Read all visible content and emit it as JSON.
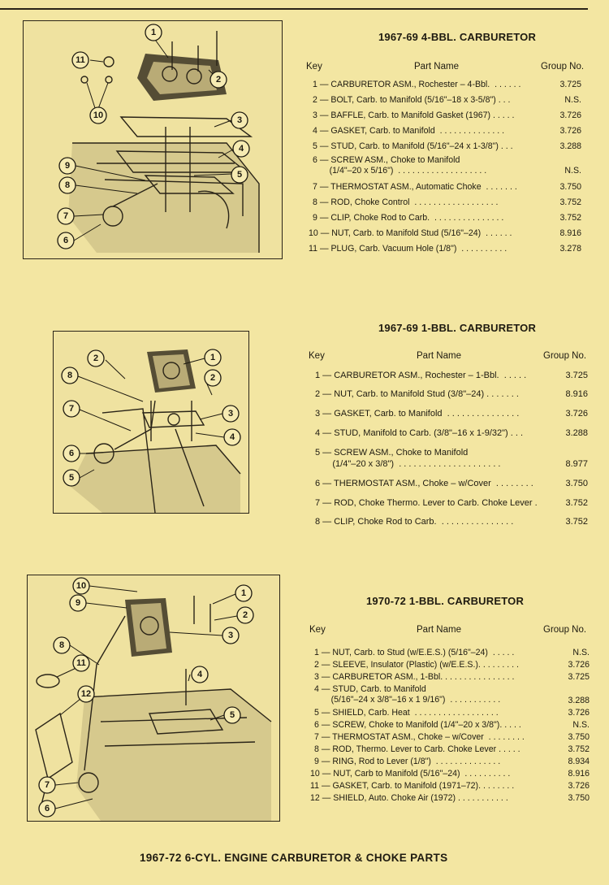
{
  "footer_title": "1967-72 6-CYL. ENGINE CARBURETOR & CHOKE PARTS",
  "col_key": "Key",
  "col_part": "Part Name",
  "col_group": "Group No.",
  "sections": [
    {
      "title": "1967-69 4-BBL. CARBURETOR",
      "rows": [
        {
          "desc": "1 — CARBURETOR ASM., Rochester – 4-Bbl.  . . . . . .",
          "group": "3.725"
        },
        {
          "desc": "2 — BOLT, Carb. to Manifold (5/16\"–18 x 3-5/8\") . . .",
          "group": "N.S."
        },
        {
          "desc": "3 — BAFFLE, Carb. to Manifold Gasket (1967) . . . . .",
          "group": "3.726"
        },
        {
          "desc": "4 — GASKET, Carb. to Manifold  . . . . . . . . . . . . . .",
          "group": "3.726"
        },
        {
          "desc": "5 — STUD, Carb. to Manifold (5/16\"–24 x 1-3/8\") . . .",
          "group": "3.288"
        },
        {
          "desc": "6 — SCREW ASM., Choke to Manifold\n       (1/4\"–20 x 5/16\")  . . . . . . . . . . . . . . . . . . .",
          "group": "N.S."
        },
        {
          "desc": "7 — THERMOSTAT ASM., Automatic Choke  . . . . . . .",
          "group": "3.750"
        },
        {
          "desc": "8 — ROD, Choke Control  . . . . . . . . . . . . . . . . . .",
          "group": "3.752"
        },
        {
          "desc": "9 — CLIP, Choke Rod to Carb.  . . . . . . . . . . . . . . .",
          "group": "3.752"
        },
        {
          "desc": "10 — NUT, Carb. to Manifold Stud (5/16\"–24)  . . . . . .",
          "group": "8.916"
        },
        {
          "desc": "11 — PLUG, Carb. Vacuum Hole (1/8\")  . . . . . . . . . .",
          "group": "3.278"
        }
      ]
    },
    {
      "title": "1967-69 1-BBL. CARBURETOR",
      "rows": [
        {
          "desc": "1 — CARBURETOR ASM., Rochester – 1-Bbl.  . . . . .",
          "group": "3.725"
        },
        {
          "desc": "2 — NUT, Carb. to Manifold Stud (3/8\"–24) . . . . . . .",
          "group": "8.916"
        },
        {
          "desc": "3 — GASKET, Carb. to Manifold  . . . . . . . . . . . . . . .",
          "group": "3.726"
        },
        {
          "desc": "4 — STUD, Manifold to Carb. (3/8\"–16 x 1-9/32\") . . .",
          "group": "3.288"
        },
        {
          "desc": "5 — SCREW ASM., Choke to Manifold\n       (1/4\"–20 x 3/8\")  . . . . . . . . . . . . . . . . . . . . .",
          "group": "8.977"
        },
        {
          "desc": "6 — THERMOSTAT ASM., Choke – w/Cover  . . . . . . . .",
          "group": "3.750"
        },
        {
          "desc": "7 — ROD, Choke Thermo. Lever to Carb. Choke Lever .",
          "group": "3.752"
        },
        {
          "desc": "8 — CLIP, Choke Rod to Carb.  . . . . . . . . . . . . . . .",
          "group": "3.752"
        }
      ]
    },
    {
      "title": "1970-72 1-BBL. CARBURETOR",
      "rows": [
        {
          "desc": "1 — NUT, Carb. to Stud (w/E.E.S.) (5/16\"–24)  . . . . .",
          "group": "N.S."
        },
        {
          "desc": "2 — SLEEVE, Insulator (Plastic) (w/E.E.S.). . . . . . . . .",
          "group": "3.726"
        },
        {
          "desc": "3 — CARBURETOR ASM., 1-Bbl. . . . . . . . . . . . . . . .",
          "group": "3.725"
        },
        {
          "desc": "4 — STUD, Carb. to Manifold\n       (5/16\"–24 x 3/8\"–16 x 1 9/16\")  . . . . . . . . . . .",
          "group": "3.288"
        },
        {
          "desc": "5 — SHIELD, Carb. Heat  . . . . . . . . . . . . . . . . . .",
          "group": "3.726"
        },
        {
          "desc": "6 — SCREW, Choke to Manifold (1/4\"–20 x 3/8\"). . . . .",
          "group": "N.S."
        },
        {
          "desc": "7 — THERMOSTAT ASM., Choke – w/Cover  . . . . . . . .",
          "group": "3.750"
        },
        {
          "desc": "8 — ROD, Thermo. Lever to Carb. Choke Lever . . . . .",
          "group": "3.752"
        },
        {
          "desc": "9 — RING, Rod to Lever (1/8\")  . . . . . . . . . . . . . .",
          "group": "8.934"
        },
        {
          "desc": "10 — NUT, Carb to Manifold (5/16\"–24)  . . . . . . . . . .",
          "group": "8.916"
        },
        {
          "desc": "11 — GASKET, Carb. to Manifold (1971–72). . . . . . . .",
          "group": "3.726"
        },
        {
          "desc": "12 — SHIELD, Auto. Choke Air (1972) . . . . . . . . . . .",
          "group": "3.750"
        }
      ]
    }
  ],
  "callouts": {
    "fig1": [
      "1",
      "2",
      "3",
      "4",
      "5",
      "6",
      "7",
      "8",
      "9",
      "10",
      "11"
    ],
    "fig2": [
      "1",
      "2",
      "2",
      "3",
      "4",
      "5",
      "6",
      "7",
      "8"
    ],
    "fig3": [
      "1",
      "2",
      "3",
      "4",
      "5",
      "6",
      "7",
      "8",
      "9",
      "10",
      "11",
      "12"
    ]
  }
}
